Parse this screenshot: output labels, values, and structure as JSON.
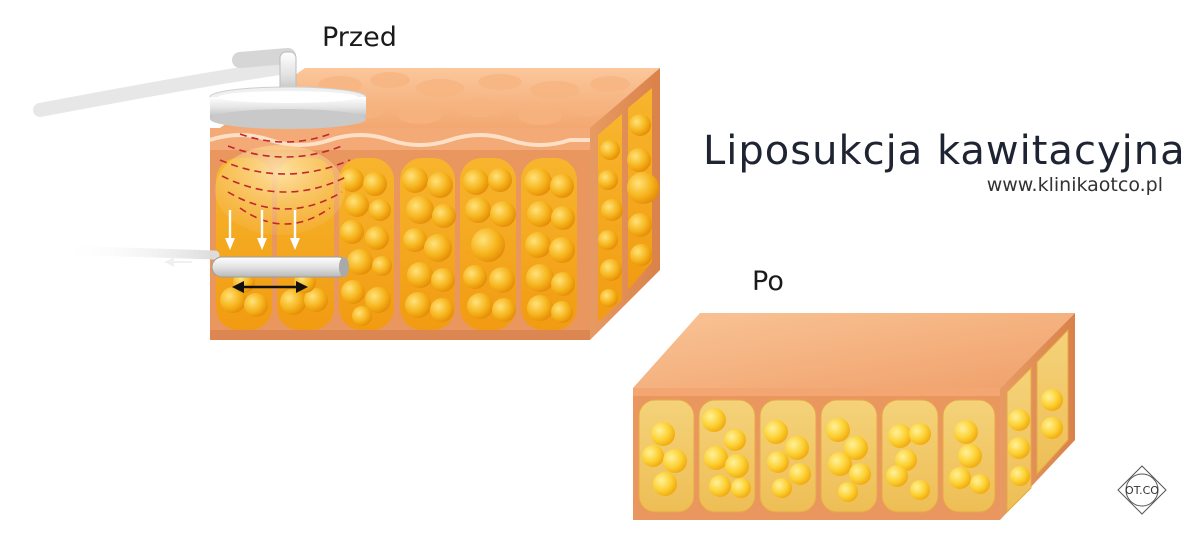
{
  "labels": {
    "before": "Przed",
    "after": "Po",
    "title": "Liposukcja kawitacyjna",
    "url": "www.klinikaotco.pl"
  },
  "logo": {
    "text": "OT.CO"
  },
  "colors": {
    "skin_top": "#f6b07a",
    "skin_side": "#e9945d",
    "fat_dark": "#f29a12",
    "fat_light": "#ffd24a",
    "cell_fill": "#f5c55a",
    "text": "#1f2433"
  },
  "icons": [
    "ultrasound-head-icon",
    "cannula-icon",
    "arrow-down-icon",
    "double-arrow-icon"
  ]
}
